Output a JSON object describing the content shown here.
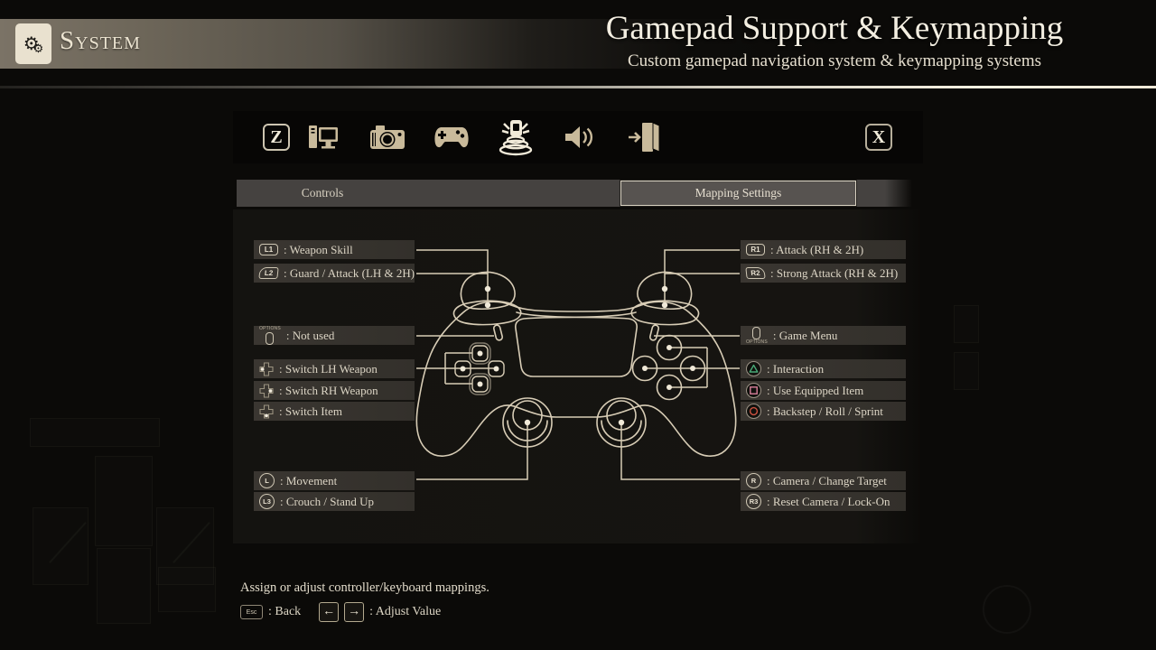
{
  "header": {
    "system_label": "System",
    "title": "Gamepad Support & Keymapping",
    "subtitle": "Custom gamepad navigation system & keymapping systems"
  },
  "toolbar": {
    "left_key": "Z",
    "right_key": "X",
    "icons": [
      "pc-display",
      "camera",
      "gamepad",
      "vibration",
      "speaker",
      "exit-door"
    ],
    "selected_icon": "vibration"
  },
  "tabs": {
    "controls_label": "Controls",
    "mapping_label": "Mapping Settings"
  },
  "meta": {
    "options_caption": "OPTIONS"
  },
  "mappings": {
    "left": [
      {
        "button": "L1",
        "label": ": Weapon Skill"
      },
      {
        "button": "L2",
        "label": ": Guard / Attack (LH & 2H)"
      },
      {
        "button": "OPTIONS",
        "label": ": Not used"
      },
      {
        "button": "dpad-left",
        "label": ": Switch LH Weapon"
      },
      {
        "button": "dpad-right",
        "label": ": Switch RH Weapon"
      },
      {
        "button": "dpad-down",
        "label": ": Switch Item"
      },
      {
        "button": "L",
        "label": ": Movement"
      },
      {
        "button": "L3",
        "label": ": Crouch / Stand Up"
      }
    ],
    "right": [
      {
        "button": "R1",
        "label": ": Attack (RH & 2H)"
      },
      {
        "button": "R2",
        "label": ": Strong Attack (RH & 2H)"
      },
      {
        "button": "OPTIONS",
        "label": ": Game Menu"
      },
      {
        "button": "triangle",
        "label": ": Interaction"
      },
      {
        "button": "square",
        "label": ": Use Equipped Item"
      },
      {
        "button": "circle",
        "label": ": Backstep / Roll / Sprint"
      },
      {
        "button": "R",
        "label": ": Camera / Change Target"
      },
      {
        "button": "R3",
        "label": ": Reset Camera / Lock-On"
      }
    ]
  },
  "footer": {
    "description": "Assign or adjust controller/keyboard mappings.",
    "esc_key": "Esc",
    "back_label": ": Back",
    "left_arrow": "←",
    "right_arrow": "→",
    "adjust_label": ": Adjust Value"
  },
  "colors": {
    "accent": "#d8cdb6",
    "accent_bright": "#f0e9d8",
    "icon_tan": "#c9ba9b",
    "row_bg": "#37332e",
    "tab_bar_bg": "#454240",
    "triangle_btn": "#49a877",
    "square_btn": "#d87f9b",
    "circle_btn": "#cc5240"
  }
}
